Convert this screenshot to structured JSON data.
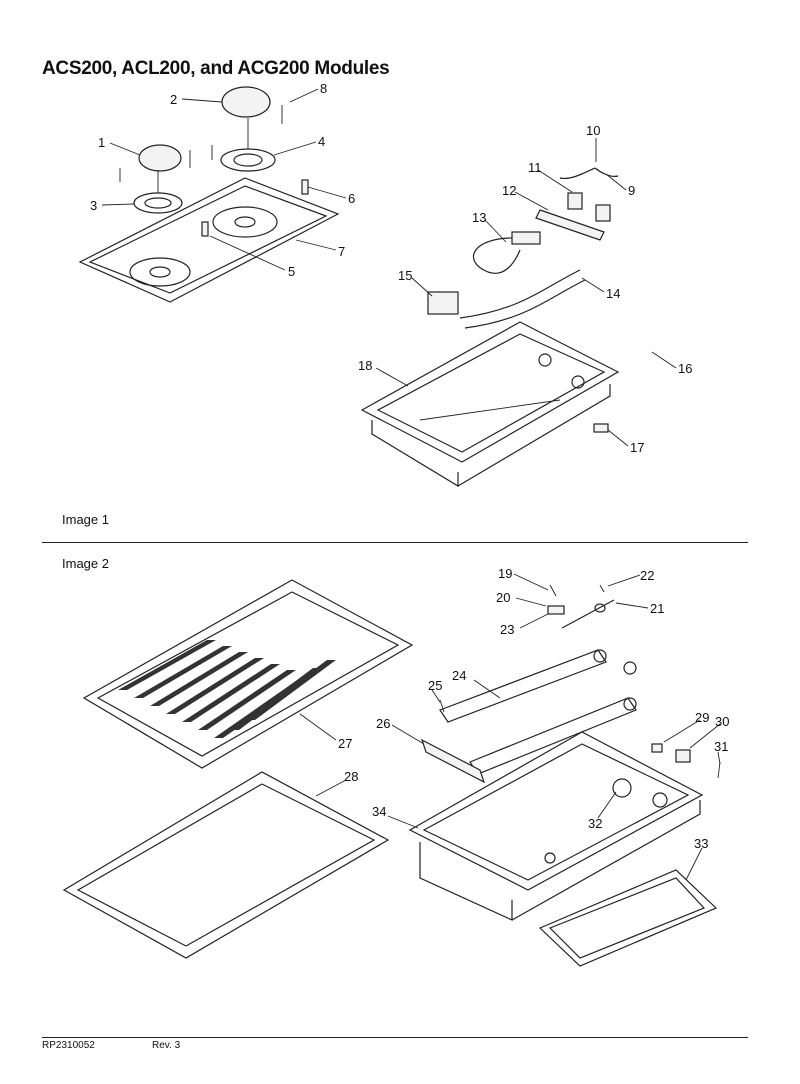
{
  "title": "ACS200, ACL200, and ACG200 Modules",
  "image_labels": [
    "Image 1",
    "Image 2"
  ],
  "footer": {
    "doc_number": "RP2310052",
    "revision": "Rev. 3"
  },
  "callouts": [
    "1",
    "2",
    "3",
    "4",
    "5",
    "6",
    "7",
    "8",
    "9",
    "10",
    "11",
    "12",
    "13",
    "14",
    "15",
    "16",
    "17",
    "18",
    "19",
    "20",
    "21",
    "22",
    "23",
    "24",
    "25",
    "26",
    "27",
    "28",
    "29",
    "30",
    "31",
    "32",
    "33",
    "34"
  ]
}
